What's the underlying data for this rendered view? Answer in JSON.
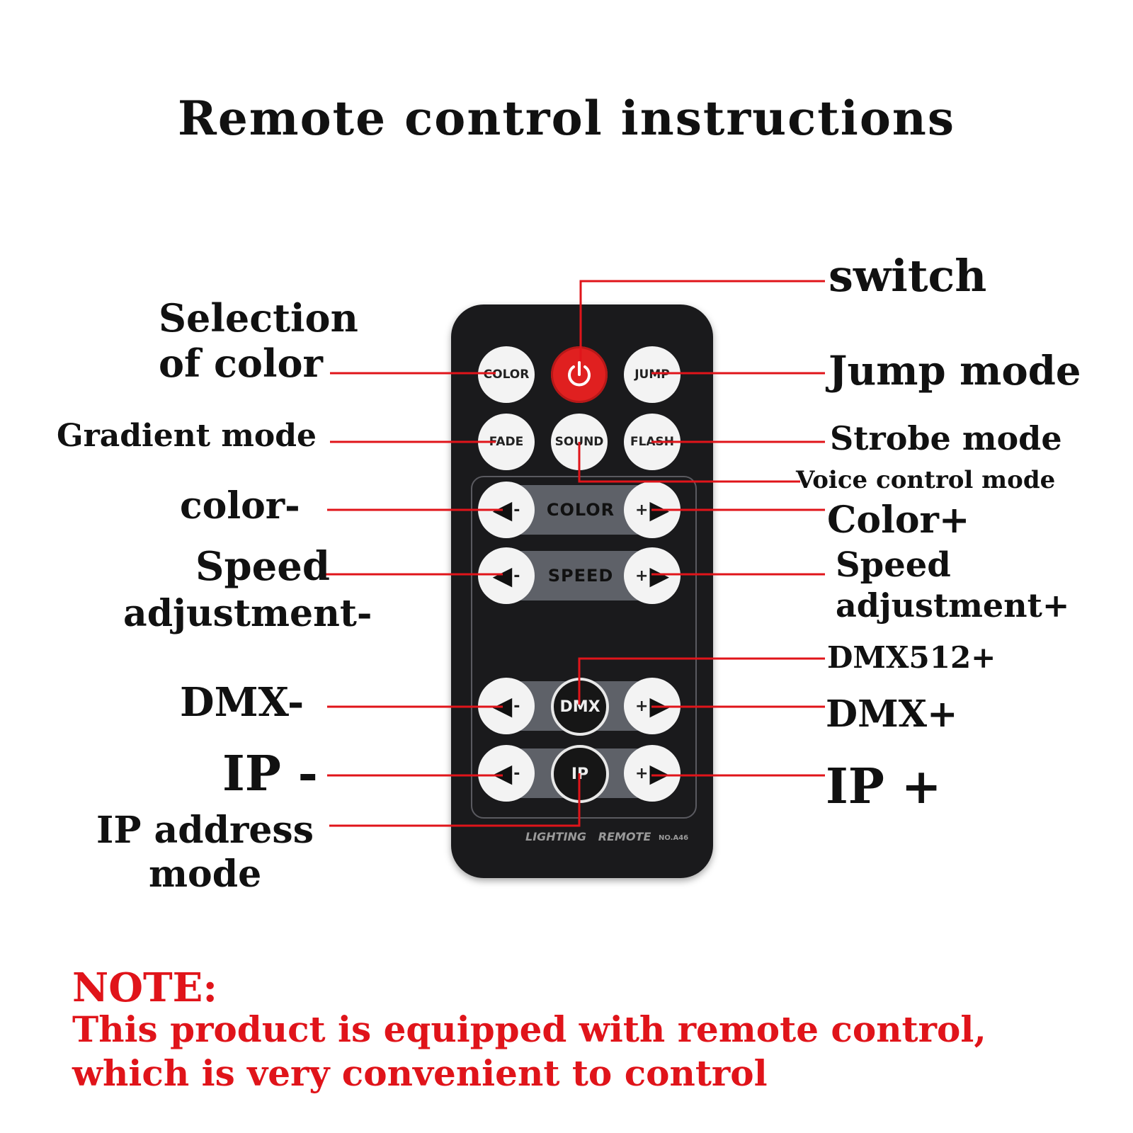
{
  "title": "Remote control instructions",
  "labels": {
    "switch": "switch",
    "selection_l1": "Selection",
    "selection_l2": "of color",
    "jump_mode": "Jump mode",
    "gradient_mode": "Gradient mode",
    "strobe_mode": "Strobe mode",
    "voice_control_mode": "Voice control mode",
    "color_minus": "color-",
    "color_plus": "Color+",
    "speed_minus_l1": "Speed",
    "speed_minus_l2": "adjustment-",
    "speed_plus_l1": "Speed",
    "speed_plus_l2": "adjustment+",
    "dmx512_plus": "DMX512+",
    "dmx_minus": "DMX-",
    "dmx_plus": "DMX+",
    "ip_minus": "IP -",
    "ip_plus": "IP +",
    "ip_address_l1": "IP address",
    "ip_address_l2": "mode"
  },
  "remote": {
    "buttons": {
      "color": "COLOR",
      "jump": "JUMP",
      "fade": "FADE",
      "sound": "SOUND",
      "flash": "FLASH",
      "dmx": "DMX",
      "ip": "IP",
      "minus": "-",
      "plus": "+"
    },
    "bars": {
      "color": "COLOR",
      "speed": "SPEED"
    },
    "footer": "LIGHTING   REMOTE",
    "model": "NO.A46"
  },
  "note": {
    "heading": "NOTE:",
    "line1": "This product is equipped with remote control,",
    "line2": "which is very convenient to control"
  },
  "colors": {
    "line": "#e0141a",
    "remote_body": "#1a1a1c",
    "power": "#e02020",
    "note": "#e0141a"
  },
  "icons": {
    "power": "power-icon",
    "left": "arrow-left-icon",
    "right": "arrow-right-icon"
  }
}
